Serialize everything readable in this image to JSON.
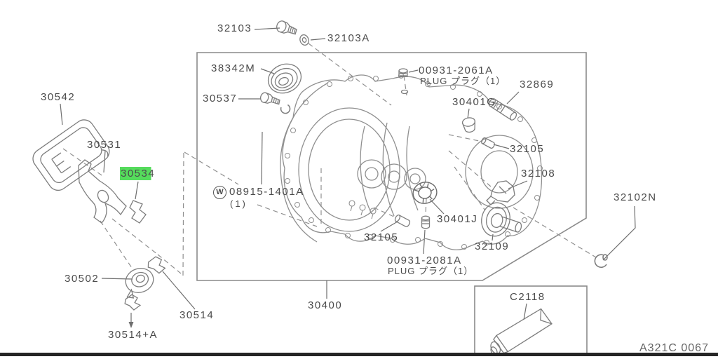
{
  "diagram": {
    "drawing_code": "A321C 0067",
    "main_assembly": "30400",
    "highlighted_part": "30534",
    "colors": {
      "highlight": "#55dc5c",
      "line_art": "#8a8a8a",
      "leader": "#6e6e6e",
      "text": "#4b4b4b"
    }
  },
  "labels": {
    "p32103": "32103",
    "p32103a": "32103A",
    "p38342m": "38342M",
    "p30537": "30537",
    "p00931_2061a": "00931-2061A",
    "p00931_2061a_note": "PLUG プラグ（1）",
    "p32869": "32869",
    "p30401g": "30401G",
    "p32105_upper": "32105",
    "p32108": "32108",
    "p32102n": "32102N",
    "p30542": "30542",
    "p30531": "30531",
    "p30534": "30534",
    "w_symbol": "W",
    "p08915_1401a": "08915-1401A",
    "p08915_1401a_qty": "(1)",
    "p32105_lower": "32105",
    "p30401j": "30401J",
    "p32109": "32109",
    "p00931_2081a": "00931-2081A",
    "p00931_2081a_note": "PLUG プラグ（1）",
    "p30502": "30502",
    "p30514": "30514",
    "p30514_a": "30514+A",
    "p30400": "30400",
    "c2118": "C2118",
    "drawing_code": "A321C 0067"
  }
}
